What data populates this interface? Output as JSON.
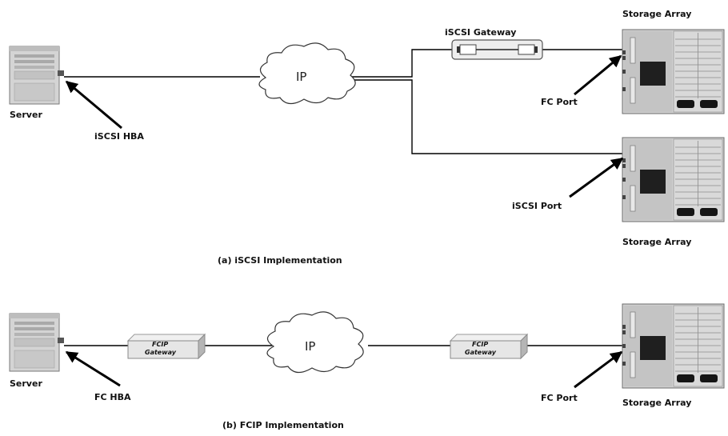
{
  "panel_a": {
    "server_label": "Server",
    "hba_label": "iSCSI HBA",
    "ip_label": "IP",
    "gateway_label": "iSCSI Gateway",
    "array_top_label": "Storage Array",
    "array_bottom_label": "Storage Array",
    "fc_port_label": "FC Port",
    "iscsi_port_label": "iSCSI Port",
    "caption": "(a) iSCSI Implementation"
  },
  "panel_b": {
    "server_label": "Server",
    "hba_label": "FC HBA",
    "fcip_gateway_line1": "FCIP",
    "fcip_gateway_line2": "Gateway",
    "ip_label": "IP",
    "array_label": "Storage Array",
    "fc_port_label": "FC Port",
    "caption": "(b) FCIP Implementation"
  }
}
